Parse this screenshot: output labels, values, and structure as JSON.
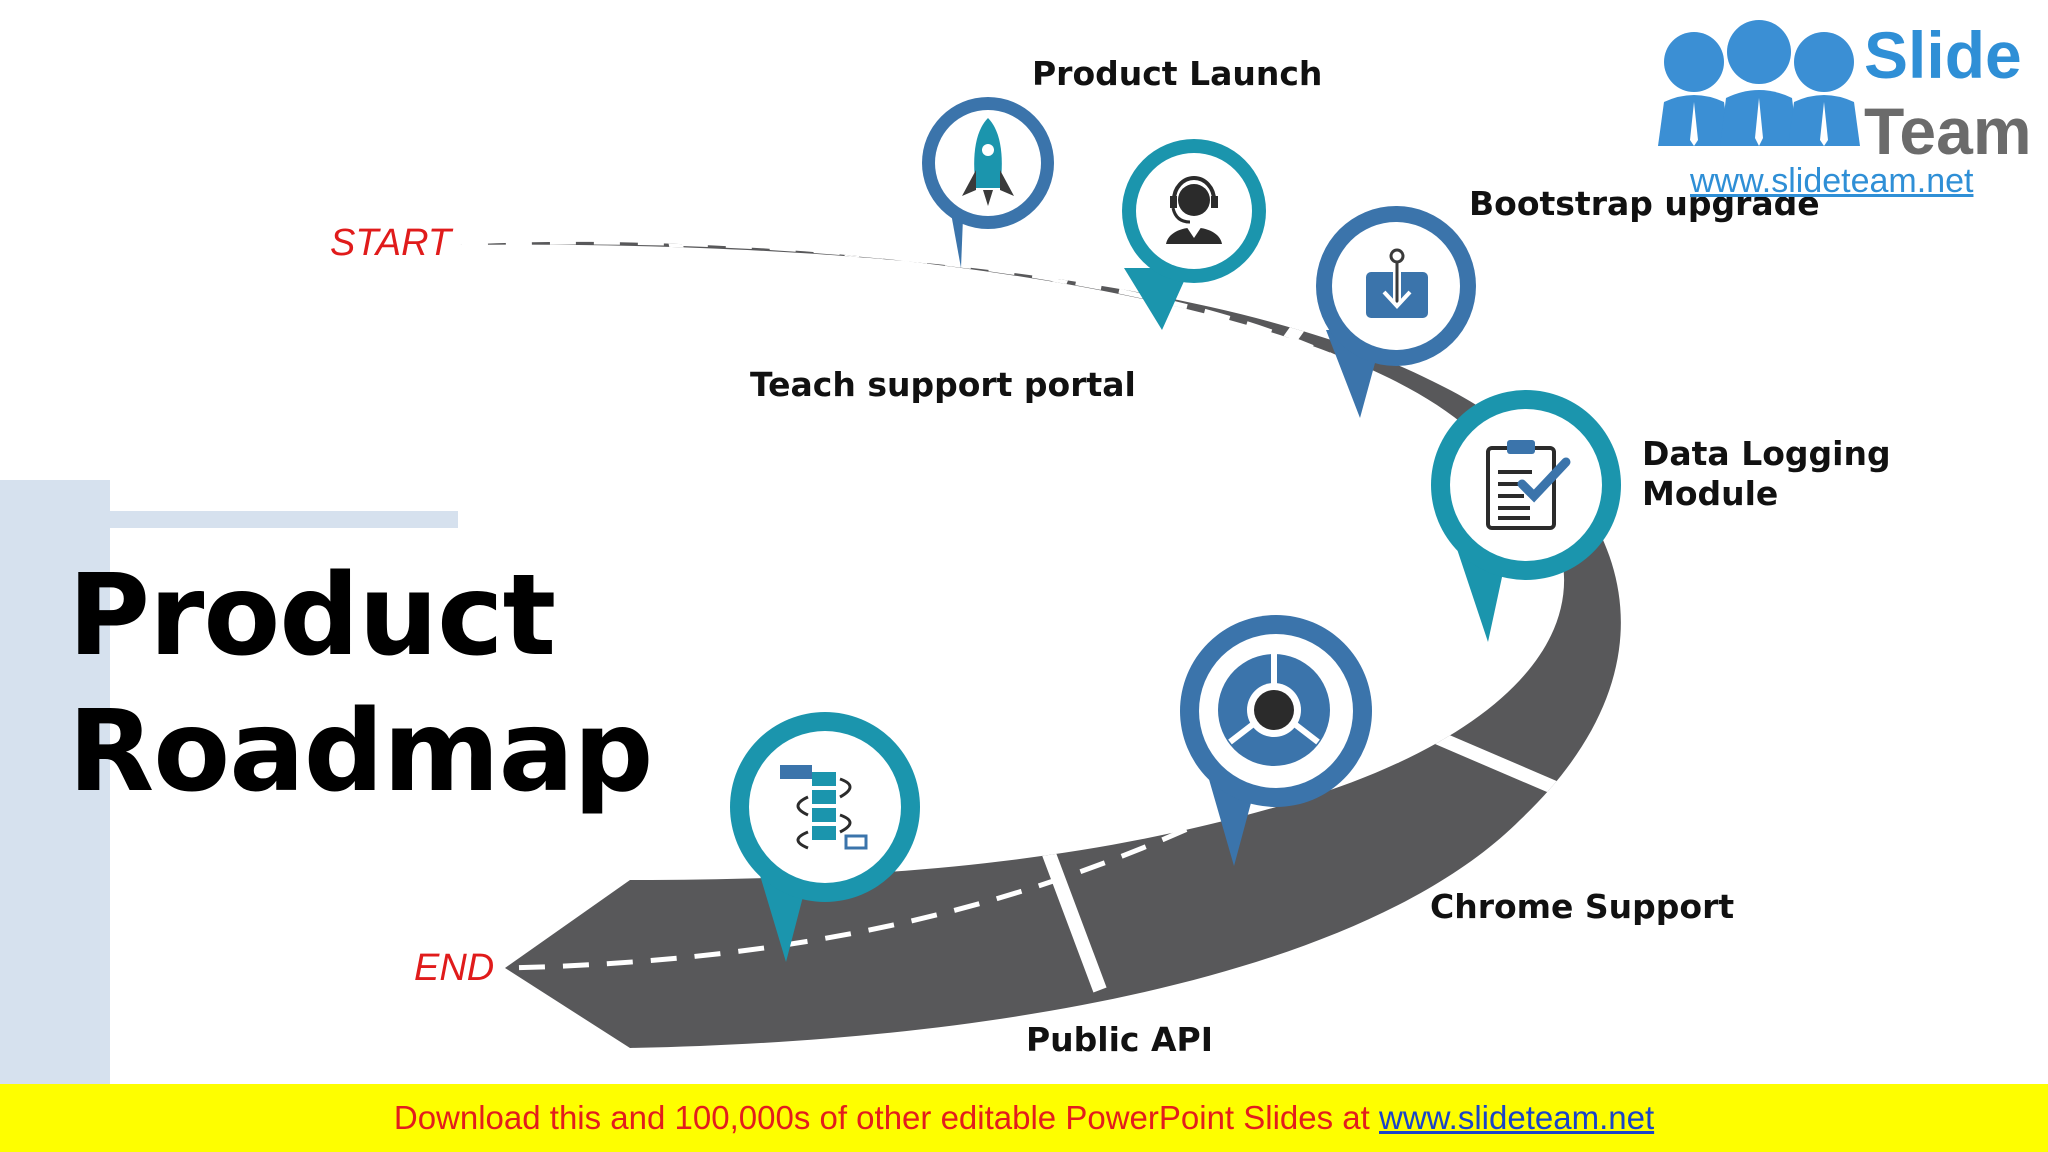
{
  "slide": {
    "title_line1": "Product",
    "title_line2": "Roadmap",
    "start_label": "START",
    "end_label": "END"
  },
  "milestones": [
    {
      "label": "Product Launch",
      "icon": "rocket-icon",
      "color": "#3b74ab"
    },
    {
      "label": "Teach support portal",
      "icon": "support-agent-icon",
      "color": "#1b95ad"
    },
    {
      "label": "Bootstrap upgrade",
      "icon": "download-box-icon",
      "color": "#3b74ab"
    },
    {
      "label": "Data Logging Module",
      "label_line1": "Data Logging",
      "label_line2": "Module",
      "icon": "clipboard-check-icon",
      "color": "#1b95ad"
    },
    {
      "label": "Chrome Support",
      "icon": "chrome-icon",
      "color": "#3b74ab"
    },
    {
      "label": "Public API",
      "icon": "workflow-icon",
      "color": "#1b95ad"
    }
  ],
  "logo": {
    "word1": "Slide",
    "word2": "Team",
    "url": "www.slideteam.net"
  },
  "footer": {
    "text": "Download this and 100,000s of other editable PowerPoint Slides at ",
    "link": "www.slideteam.net"
  },
  "colors": {
    "road": "#58585a",
    "pin_blue": "#3b74ab",
    "pin_teal": "#1b95ad",
    "end_text": "#e01b1b",
    "footer_bg": "#fefe00"
  }
}
